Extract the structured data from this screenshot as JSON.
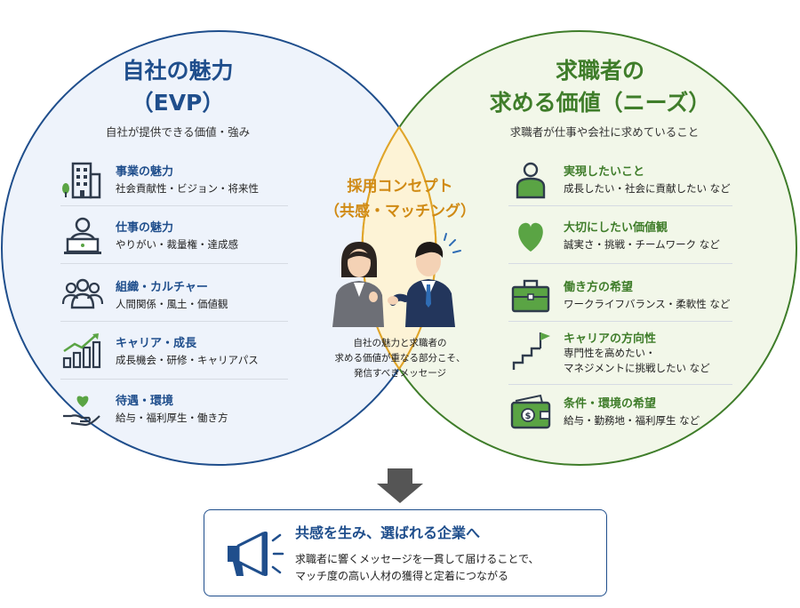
{
  "left": {
    "title_line1": "自社の魅力",
    "title_line2": "（EVP）",
    "subtitle": "自社が提供できる価値・強み",
    "items": [
      {
        "icon": "building-icon",
        "title": "事業の魅力",
        "desc": "社会貢献性・ビジョン・将来性"
      },
      {
        "icon": "laptop-worker-icon",
        "title": "仕事の魅力",
        "desc": "やりがい・裁量権・達成感"
      },
      {
        "icon": "team-icon",
        "title": "組織・カルチャー",
        "desc": "人間関係・風土・価値観"
      },
      {
        "icon": "growth-chart-icon",
        "title": "キャリア・成長",
        "desc": "成長機会・研修・キャリアパス"
      },
      {
        "icon": "heart-hand-icon",
        "title": "待遇・環境",
        "desc": "給与・福利厚生・働き方"
      }
    ]
  },
  "right": {
    "title_line1": "求職者の",
    "title_line2": "求める価値（ニーズ）",
    "subtitle": "求職者が仕事や会社に求めていること",
    "items": [
      {
        "icon": "person-icon",
        "title": "実現したいこと",
        "desc": "成長したい・社会に貢献したい など"
      },
      {
        "icon": "heart-icon",
        "title": "大切にしたい価値観",
        "desc": "誠実さ・挑戦・チームワーク など"
      },
      {
        "icon": "briefcase-icon",
        "title": "働き方の希望",
        "desc": "ワークライフバランス・柔軟性 など"
      },
      {
        "icon": "flag-stairs-icon",
        "title": "キャリアの方向性",
        "desc": "専門性を高めたい・",
        "desc2": "マネジメントに挑戦したい など"
      },
      {
        "icon": "wallet-icon",
        "title": "条件・環境の希望",
        "desc": "給与・勤務地・福利厚生 など"
      }
    ]
  },
  "center": {
    "title_line1": "採用コンセプト",
    "title_line2": "（共感・マッチング）",
    "desc_line1": "自社の魅力と求職者の",
    "desc_line2": "求める価値が重なる部分こそ、",
    "desc_line3": "発信すべきメッセージ"
  },
  "result": {
    "title": "共感を生み、選ばれる企業へ",
    "desc_line1": "求職者に響くメッセージを一貫して届けることで、",
    "desc_line2": "マッチ度の高い人材の獲得と定着につながる"
  },
  "colors": {
    "left_accent": "#1f4e8c",
    "right_accent": "#3f7d2a",
    "center_accent": "#d08a14",
    "left_fill": "#eef3fb",
    "right_fill": "#f2f7e9",
    "overlap_fill": "#fdf3d6",
    "icon_dark": "#2f3b4c",
    "icon_green": "#5aa444"
  }
}
